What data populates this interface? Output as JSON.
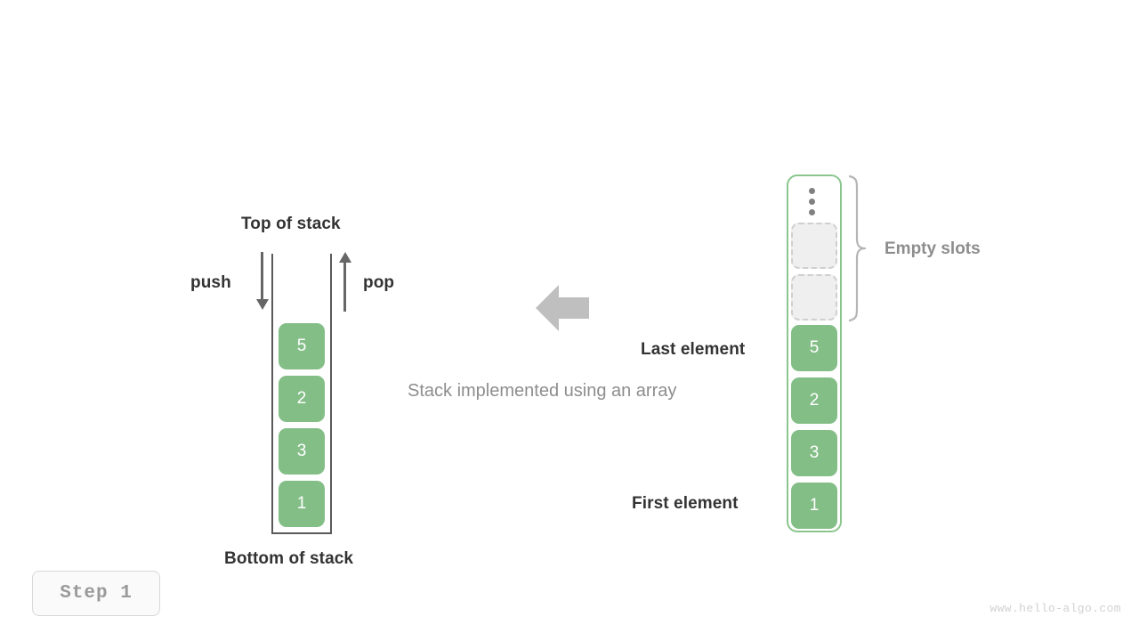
{
  "diagram": {
    "caption": "Stack implemented using an array",
    "step_badge": "Step 1",
    "watermark": "www.hello-algo.com"
  },
  "colors": {
    "element_green": "#84be87",
    "container_green": "#8cc68f",
    "empty_slot_fill": "#efefef",
    "empty_slot_border": "#cfcfcf",
    "arrow_gray": "#666666",
    "big_arrow_gray": "#bfbfbf",
    "label_dark": "#333333",
    "label_muted": "#8d8d8d",
    "wall_gray": "#5a5a5a"
  },
  "left_stack": {
    "top_label": "Top of stack",
    "bottom_label": "Bottom of stack",
    "push_label": "push",
    "pop_label": "pop",
    "elements": [
      {
        "value": "5"
      },
      {
        "value": "2"
      },
      {
        "value": "3"
      },
      {
        "value": "1"
      }
    ]
  },
  "right_array": {
    "empty_slots_label": "Empty slots",
    "last_element_label": "Last element",
    "first_element_label": "First element",
    "ellipsis": "vertical-ellipsis",
    "empty_slot_count": 2,
    "elements": [
      {
        "value": "5"
      },
      {
        "value": "2"
      },
      {
        "value": "3"
      },
      {
        "value": "1"
      }
    ]
  }
}
